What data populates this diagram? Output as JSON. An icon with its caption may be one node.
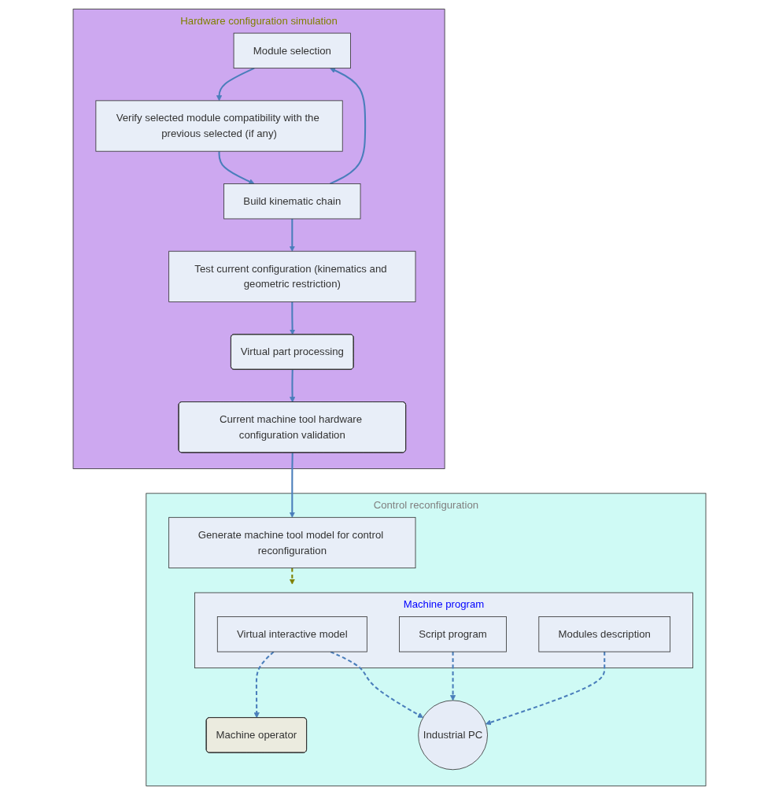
{
  "diagram": {
    "nodes": [
      {
        "text": [
          "Hardware configuration simulation"
        ]
      },
      {
        "text": [
          "Module selection"
        ],
        "in": 0
      },
      {
        "text": [
          "Verify selected module compatibility with the previous selected (if any)"
        ],
        "in": 0
      },
      {
        "text": [
          "Build kinematic chain"
        ],
        "in": 0
      },
      {
        "text": [
          "Test current configuration (kinematics and geometric restriction)"
        ],
        "in": 0
      },
      {
        "text": [
          "Virtual part processing"
        ],
        "in": 0
      },
      {
        "text": [
          "Current machine tool hardware configuration validation"
        ],
        "in": 0
      },
      {
        "text": [
          "Control reconfiguration"
        ]
      },
      {
        "text": [
          "Industrial PC"
        ],
        "in": 7
      },
      {
        "text": [
          "Machine operator"
        ],
        "in": 7
      },
      {
        "text": [
          "Machine program"
        ],
        "in": 7
      },
      {
        "text": [
          "Virtual interactive model"
        ],
        "in": 10
      },
      {
        "text": [
          "Script program"
        ],
        "in": 10
      },
      {
        "text": [
          "Modules description"
        ],
        "in": 10
      },
      {
        "text": [
          "Generate machine tool model for control reconfiguration"
        ],
        "in": 7
      }
    ],
    "edges": [
      {
        "from": 1,
        "to": 2,
        "arrow": "to"
      },
      {
        "from": 2,
        "to": 3,
        "arrow": "to"
      },
      {
        "from": 3,
        "to": 1,
        "arrow": "to"
      },
      {
        "from": 3,
        "to": 4,
        "arrow": "to"
      },
      {
        "from": 4,
        "to": 5,
        "arrow": "to"
      },
      {
        "from": 5,
        "to": 6,
        "arrow": "to"
      },
      {
        "from": 6,
        "to": 14,
        "arrow": "to"
      },
      {
        "from": 14,
        "to": 10,
        "arrow": "to",
        "style": "dashed",
        "color": "#808000"
      },
      {
        "from": 11,
        "to": 9,
        "arrow": "to",
        "style": "dashed"
      },
      {
        "from": 11,
        "to": 8,
        "arrow": "to",
        "style": "dashed"
      },
      {
        "from": 12,
        "to": 8,
        "arrow": "to",
        "style": "dashed"
      },
      {
        "from": 13,
        "to": 8,
        "arrow": "to",
        "style": "dashed"
      }
    ]
  }
}
